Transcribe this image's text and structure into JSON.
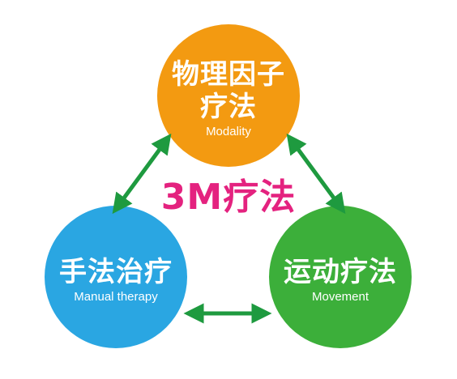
{
  "title": "3M疗法",
  "colors": {
    "title": "#e4227f",
    "arrow": "#1e9a3f",
    "modality": "#f39a11",
    "manual": "#2aa6e2",
    "movement": "#3caf3a"
  },
  "nodes": {
    "modality": {
      "zh_line1": "物理因子",
      "zh_line2": "疗法",
      "en": "Modality"
    },
    "manual": {
      "zh": "手法治疗",
      "en": "Manual therapy"
    },
    "movement": {
      "zh": "运动疗法",
      "en": "Movement"
    }
  },
  "arrows": [
    {
      "from": "modality",
      "to": "manual",
      "style": "double-headed"
    },
    {
      "from": "modality",
      "to": "movement",
      "style": "double-headed"
    },
    {
      "from": "manual",
      "to": "movement",
      "style": "double-headed"
    }
  ]
}
